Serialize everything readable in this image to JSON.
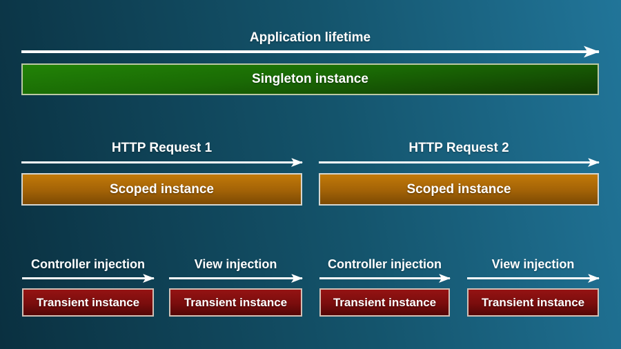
{
  "diagram": {
    "application": {
      "label": "Application lifetime",
      "box": "Singleton instance"
    },
    "requests": [
      {
        "label": "HTTP Request 1",
        "box": "Scoped instance"
      },
      {
        "label": "HTTP Request 2",
        "box": "Scoped instance"
      }
    ],
    "injections": [
      {
        "label": "Controller injection",
        "box": "Transient instance"
      },
      {
        "label": "View injection",
        "box": "Transient instance"
      },
      {
        "label": "Controller injection",
        "box": "Transient instance"
      },
      {
        "label": "View injection",
        "box": "Transient instance"
      }
    ],
    "colors": {
      "background_start": "#0a3040",
      "background_end": "#217599",
      "arrow": "#ffffff",
      "singleton_top": "#228306",
      "singleton_bottom": "#113a02",
      "scoped_top": "#c27a08",
      "scoped_bottom": "#7c4a03",
      "transient_top": "#951313",
      "transient_bottom": "#530606"
    }
  }
}
